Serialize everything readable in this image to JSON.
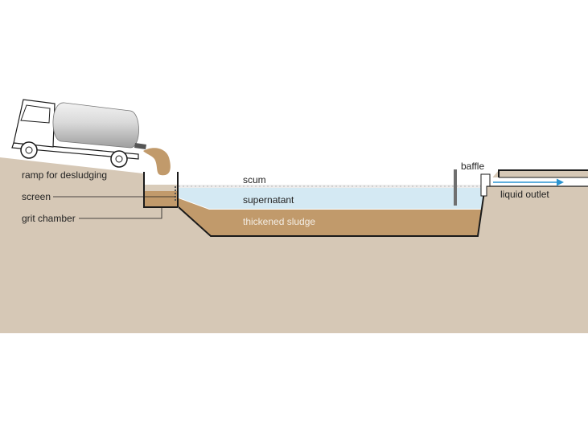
{
  "labels": {
    "ramp": "ramp for desludging",
    "screen": "screen",
    "grit_chamber": "grit chamber",
    "scum": "scum",
    "supernatant": "supernatant",
    "thickened_sludge": "thickened sludge",
    "baffle": "baffle",
    "liquid_outlet": "liquid outlet"
  },
  "colors": {
    "ground": "#d6c8b6",
    "sludge": "#c19a6b",
    "supernatant": "#d4e9f3",
    "scum": "#ececec",
    "pit_outline": "#1a1a1a",
    "baffle": "#6f6f6f",
    "flow_arrow": "#2a94d1",
    "tank": "#cfcfcf"
  }
}
